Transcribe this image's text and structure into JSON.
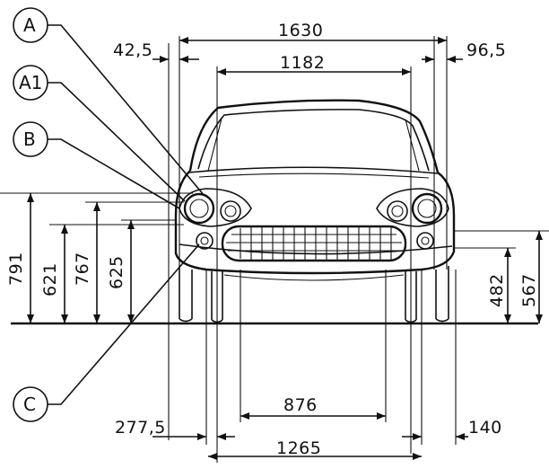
{
  "title": "",
  "callouts": {
    "A": "A",
    "A1": "A1",
    "B": "B",
    "C": "C"
  },
  "dimensions": {
    "track_total": "1630",
    "left_offset_top": "42,5",
    "right_offset_top": "96,5",
    "inner_width_top": "1182",
    "height_791": "791",
    "height_621": "621",
    "height_767": "767",
    "height_625": "625",
    "height_482": "482",
    "height_567": "567",
    "inner_width_bottom": "876",
    "left_offset_bottom": "277,5",
    "right_offset_bottom": "140",
    "track_bottom": "1265"
  }
}
